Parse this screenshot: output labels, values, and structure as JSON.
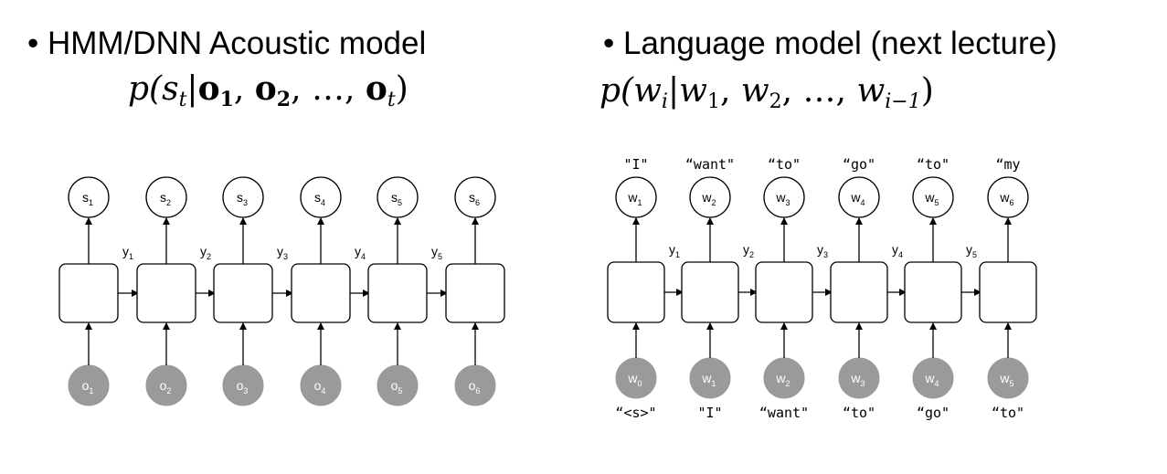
{
  "left": {
    "heading": "HMM/DNN Acoustic model",
    "formula": {
      "prefix": "p(",
      "var": "s",
      "var_sub": "t",
      "bar": "|",
      "o1": "o",
      "o1_sub": "1",
      "sep1": ", ",
      "o2": "o",
      "o2_sub": "2",
      "sep2": ", …, ",
      "ot": "o",
      "ot_sub": "t",
      "suffix": ")"
    },
    "top_nodes": [
      {
        "base": "s",
        "sub": "1"
      },
      {
        "base": "s",
        "sub": "2"
      },
      {
        "base": "s",
        "sub": "3"
      },
      {
        "base": "s",
        "sub": "4"
      },
      {
        "base": "s",
        "sub": "5"
      },
      {
        "base": "s",
        "sub": "6"
      }
    ],
    "hidden_labels": [
      {
        "base": "y",
        "sub": "1"
      },
      {
        "base": "y",
        "sub": "2"
      },
      {
        "base": "y",
        "sub": "3"
      },
      {
        "base": "y",
        "sub": "4"
      },
      {
        "base": "y",
        "sub": "5"
      }
    ],
    "bottom_nodes": [
      {
        "base": "o",
        "sub": "1"
      },
      {
        "base": "o",
        "sub": "2"
      },
      {
        "base": "o",
        "sub": "3"
      },
      {
        "base": "o",
        "sub": "4"
      },
      {
        "base": "o",
        "sub": "5"
      },
      {
        "base": "o",
        "sub": "6"
      }
    ]
  },
  "right": {
    "heading": "Language model (next lecture)",
    "formula": {
      "prefix": "p(",
      "w_i": "w",
      "w_i_sub": "i",
      "bar": "|",
      "w1": "w",
      "w1_sub": "1",
      "sep1": ", ",
      "w2": "w",
      "w2_sub": "2",
      "sep2": ", …, ",
      "wn": "w",
      "wn_sub": "i−1",
      "suffix": ")"
    },
    "top_words": [
      "\"I\"",
      "“want\"",
      "“to\"",
      "“go\"",
      "“to\"",
      "“my"
    ],
    "top_nodes": [
      {
        "base": "w",
        "sub": "1"
      },
      {
        "base": "w",
        "sub": "2"
      },
      {
        "base": "w",
        "sub": "3"
      },
      {
        "base": "w",
        "sub": "4"
      },
      {
        "base": "w",
        "sub": "5"
      },
      {
        "base": "w",
        "sub": "6"
      }
    ],
    "hidden_labels": [
      {
        "base": "y",
        "sub": "1"
      },
      {
        "base": "y",
        "sub": "2"
      },
      {
        "base": "y",
        "sub": "3"
      },
      {
        "base": "y",
        "sub": "4"
      },
      {
        "base": "y",
        "sub": "5"
      }
    ],
    "bottom_nodes": [
      {
        "base": "w",
        "sub": "0"
      },
      {
        "base": "w",
        "sub": "1"
      },
      {
        "base": "w",
        "sub": "2"
      },
      {
        "base": "w",
        "sub": "3"
      },
      {
        "base": "w",
        "sub": "4"
      },
      {
        "base": "w",
        "sub": "5"
      }
    ],
    "bottom_words": [
      "“<s>\"",
      "\"I\"",
      "“want\"",
      "“to\"",
      "“go\"",
      "“to\""
    ]
  },
  "colors": {
    "input_fill": "#9a9a9a",
    "stroke": "#000000",
    "box_fill": "#ffffff"
  }
}
